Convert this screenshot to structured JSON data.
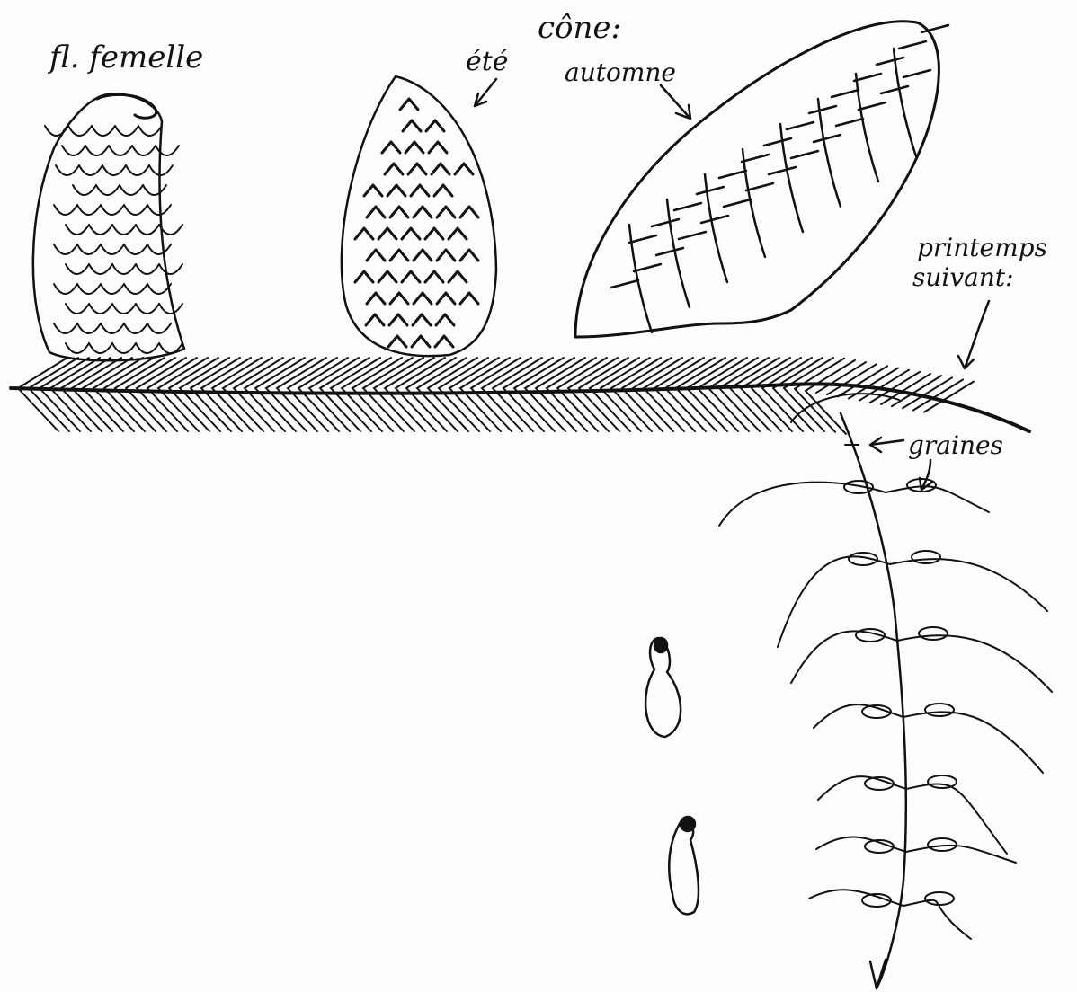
{
  "labels": {
    "female_flower": "fl. femelle",
    "cone": "cône:",
    "summer": "été",
    "autumn": "automne",
    "next_spring_1": "printemps",
    "next_spring_2": "suivant:",
    "seeds": "graines"
  },
  "colors": {
    "ink": "#111111",
    "paper": "#fdfdfb"
  }
}
